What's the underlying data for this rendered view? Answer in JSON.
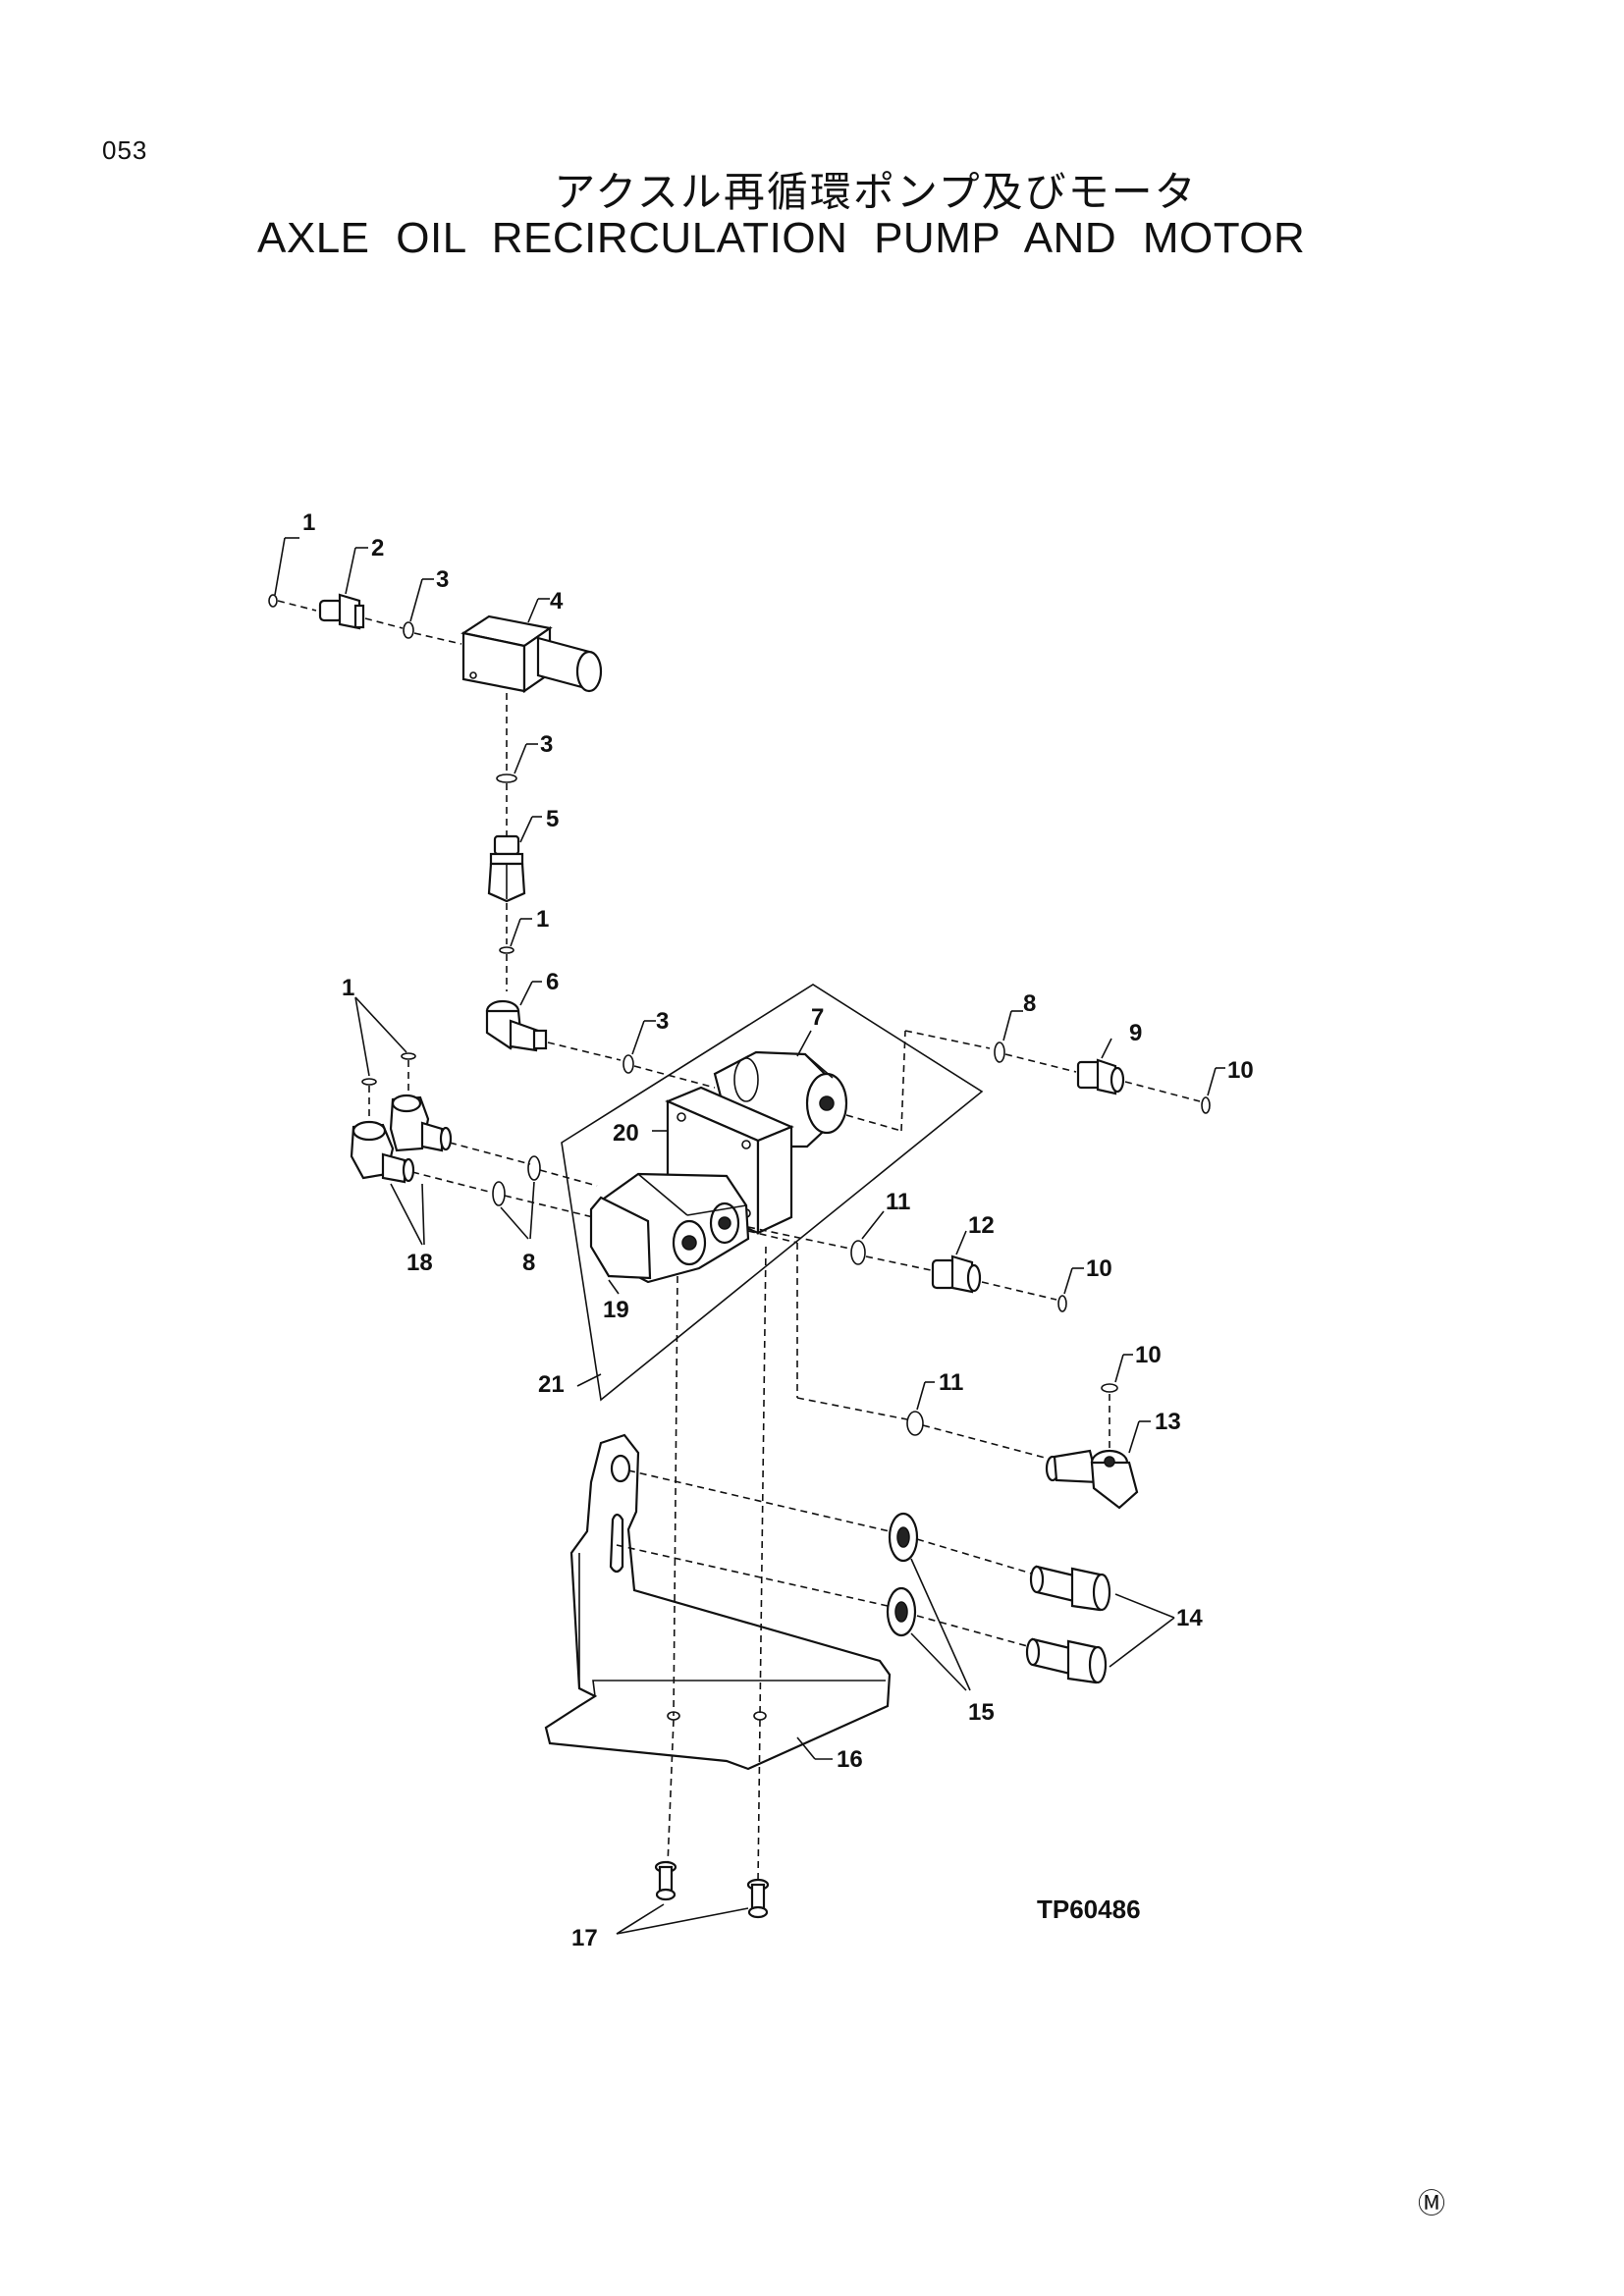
{
  "page": {
    "number": "053",
    "title_jp": "アクスル再循環ポンプ及びモータ",
    "title_en": "AXLE OIL RECIRCULATION PUMP AND MOTOR",
    "drawing_code": "TP60486",
    "mark": "Ⓜ"
  },
  "callouts": {
    "c1a": "1",
    "c2": "2",
    "c3a": "3",
    "c4": "4",
    "c3b": "3",
    "c5": "5",
    "c1b": "1",
    "c6": "6",
    "c1c": "1",
    "c3c": "3",
    "c7": "7",
    "c8a": "8",
    "c9": "9",
    "c10a": "10",
    "c20": "20",
    "c11a": "11",
    "c12": "12",
    "c10b": "10",
    "c18": "18",
    "c8b": "8",
    "c19": "19",
    "c21": "21",
    "c10c": "10",
    "c11b": "11",
    "c13": "13",
    "c14": "14",
    "c15": "15",
    "c16": "16",
    "c17": "17"
  }
}
